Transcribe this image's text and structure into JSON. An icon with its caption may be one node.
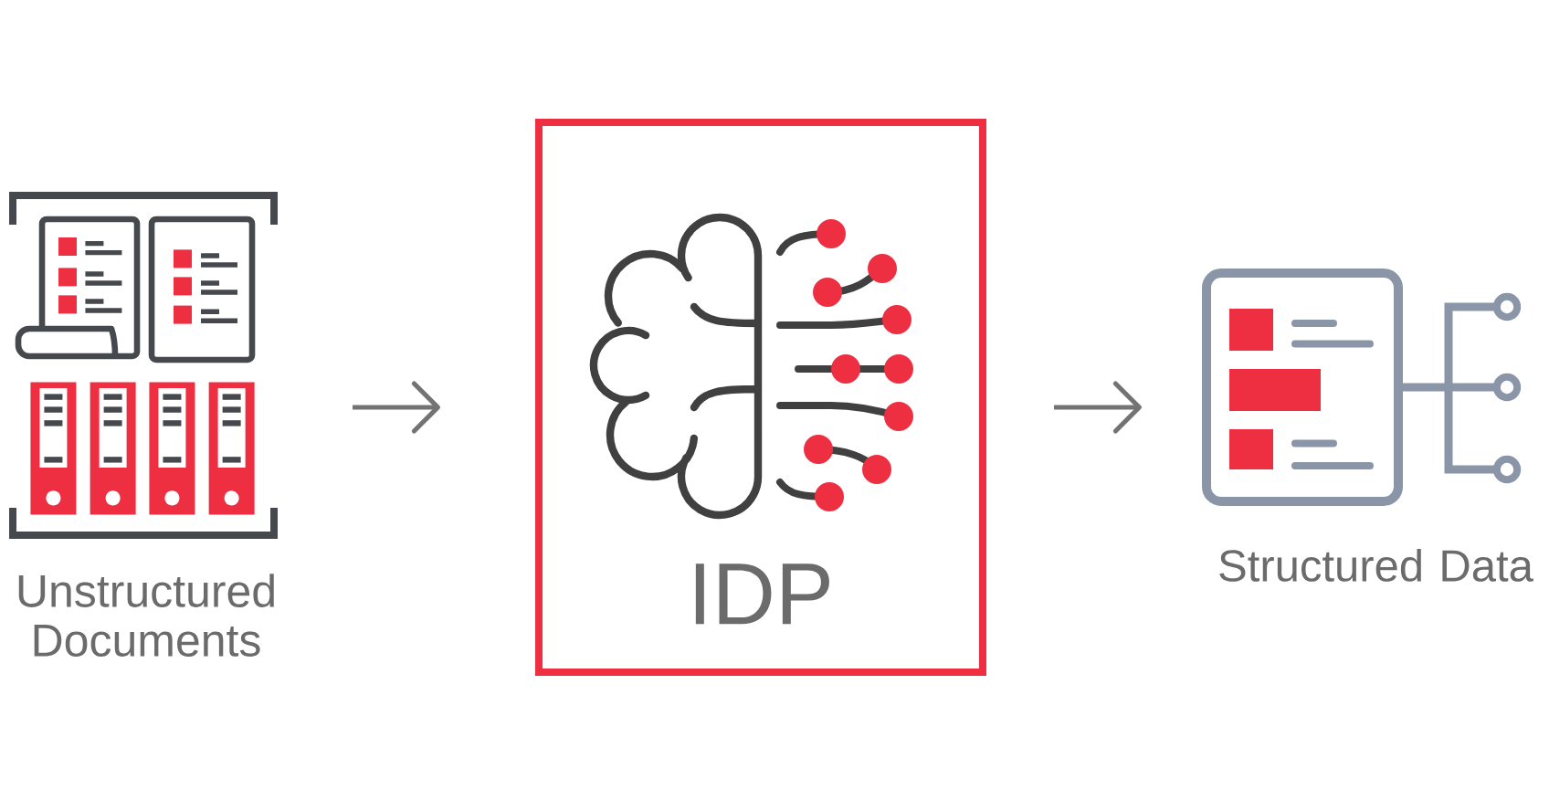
{
  "diagram": {
    "nodes": [
      {
        "text": [],
        "shape": "picture",
        "beside": [
          "Unstructured Documents"
        ]
      },
      {
        "text": [
          "IDP"
        ]
      },
      {
        "text": [],
        "shape": "picture",
        "beside": [
          "Structured Data"
        ]
      }
    ],
    "edges": [
      {
        "from": 0,
        "to": 1,
        "arrow": "to"
      },
      {
        "from": 1,
        "to": 2,
        "arrow": "to"
      }
    ]
  }
}
